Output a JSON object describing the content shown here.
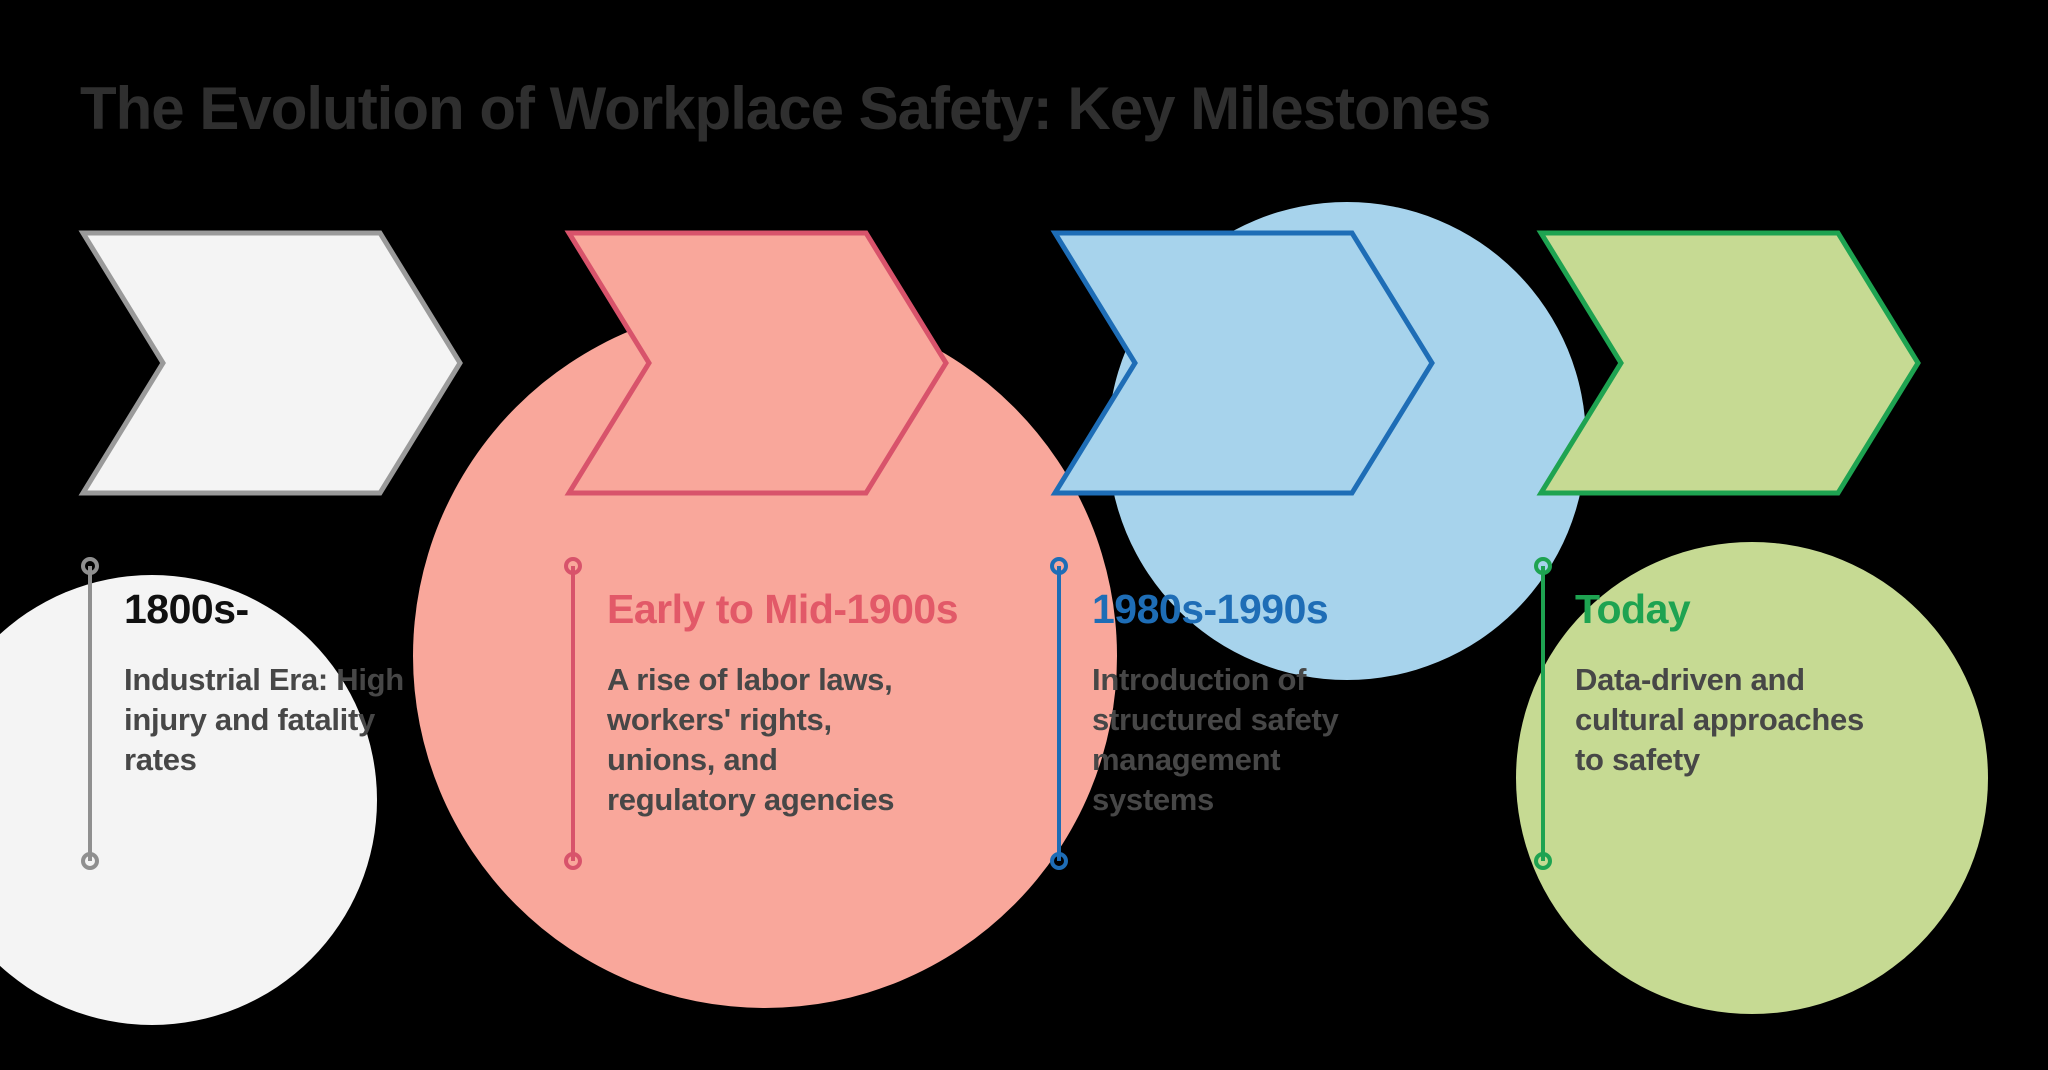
{
  "title": "The Evolution of Workplace Safety: Key Milestones",
  "title_color": "#2f2f2f",
  "background_color": "#000000",
  "body_text_color": "#474747",
  "milestones": [
    {
      "heading": "1800s-",
      "body": "Industrial Era: High\ninjury and fatality\nrates",
      "colors": {
        "fill": "#f4f4f4",
        "stroke": "#9a9a9a",
        "line": "#8f8f8f",
        "heading": "#101010"
      }
    },
    {
      "heading": "Early to Mid-1900s",
      "body": "A rise of labor laws,\nworkers' rights,\nunions, and\nregulatory agencies",
      "colors": {
        "fill": "#f9a79b",
        "stroke": "#d8536b",
        "line": "#d8536b",
        "heading": "#e25968"
      }
    },
    {
      "heading": "1980s-1990s",
      "body": "Introduction of\nstructured safety\nmanagement\nsystems",
      "colors": {
        "fill": "#a7d3ec",
        "stroke": "#1e6db6",
        "line": "#1e6db6",
        "heading": "#1e6db6"
      }
    },
    {
      "heading": "Today",
      "body": "Data-driven and\ncultural approaches\nto safety",
      "colors": {
        "fill": "#c6da93",
        "stroke": "#1ea351",
        "line": "#1ea351",
        "heading": "#1ea351"
      }
    }
  ]
}
